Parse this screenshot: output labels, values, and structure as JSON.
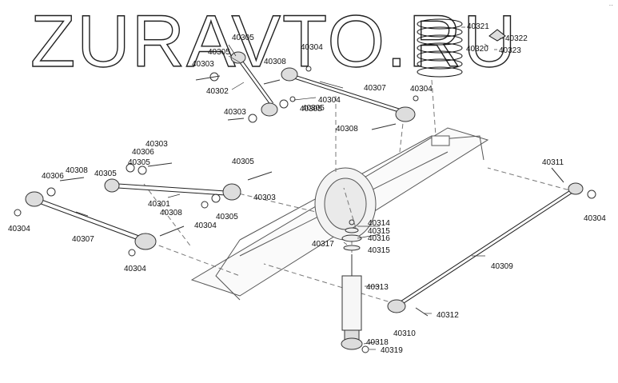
{
  "watermark": "ZURAVTO.RU",
  "corner_mark": "··",
  "labels": [
    {
      "text": "40321"
    },
    {
      "text": "40322"
    },
    {
      "text": "40320"
    },
    {
      "text": "40323"
    },
    {
      "text": "40305"
    },
    {
      "text": "40305"
    },
    {
      "text": "40303"
    },
    {
      "text": "40308"
    },
    {
      "text": "40304"
    },
    {
      "text": "40302"
    },
    {
      "text": "40307"
    },
    {
      "text": "40304"
    },
    {
      "text": "40304"
    },
    {
      "text": "40305"
    },
    {
      "text": "40303"
    },
    {
      "text": "40305"
    },
    {
      "text": "40308"
    },
    {
      "text": "40303"
    },
    {
      "text": "40306"
    },
    {
      "text": "40305"
    },
    {
      "text": "40308"
    },
    {
      "text": "40306"
    },
    {
      "text": "40305"
    },
    {
      "text": "40305"
    },
    {
      "text": "40301"
    },
    {
      "text": "40303"
    },
    {
      "text": "40308"
    },
    {
      "text": "40305"
    },
    {
      "text": "40304"
    },
    {
      "text": "40304"
    },
    {
      "text": "40307"
    },
    {
      "text": "40304"
    },
    {
      "text": "40311"
    },
    {
      "text": "40304"
    },
    {
      "text": "40314"
    },
    {
      "text": "40315"
    },
    {
      "text": "40316"
    },
    {
      "text": "40317"
    },
    {
      "text": "40315"
    },
    {
      "text": "40309"
    },
    {
      "text": "40313"
    },
    {
      "text": "40312"
    },
    {
      "text": "40310"
    },
    {
      "text": "40318"
    },
    {
      "text": "40319"
    }
  ]
}
